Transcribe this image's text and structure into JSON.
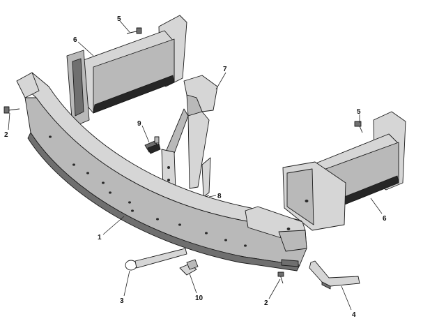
{
  "diagram": {
    "callouts": [
      {
        "id": "c1",
        "label": "1"
      },
      {
        "id": "c2a",
        "label": "2"
      },
      {
        "id": "c2b",
        "label": "2"
      },
      {
        "id": "c3",
        "label": "3"
      },
      {
        "id": "c4",
        "label": "4"
      },
      {
        "id": "c5a",
        "label": "5"
      },
      {
        "id": "c5b",
        "label": "5"
      },
      {
        "id": "c6a",
        "label": "6"
      },
      {
        "id": "c6b",
        "label": "6"
      },
      {
        "id": "c7",
        "label": "7"
      },
      {
        "id": "c8",
        "label": "8"
      },
      {
        "id": "c9",
        "label": "9"
      },
      {
        "id": "c10",
        "label": "10"
      }
    ],
    "colors": {
      "outline": "#1a1a1a",
      "light": "#d6d6d6",
      "mid": "#b9b9b9",
      "dark": "#6f6f6f",
      "black": "#262626"
    }
  }
}
